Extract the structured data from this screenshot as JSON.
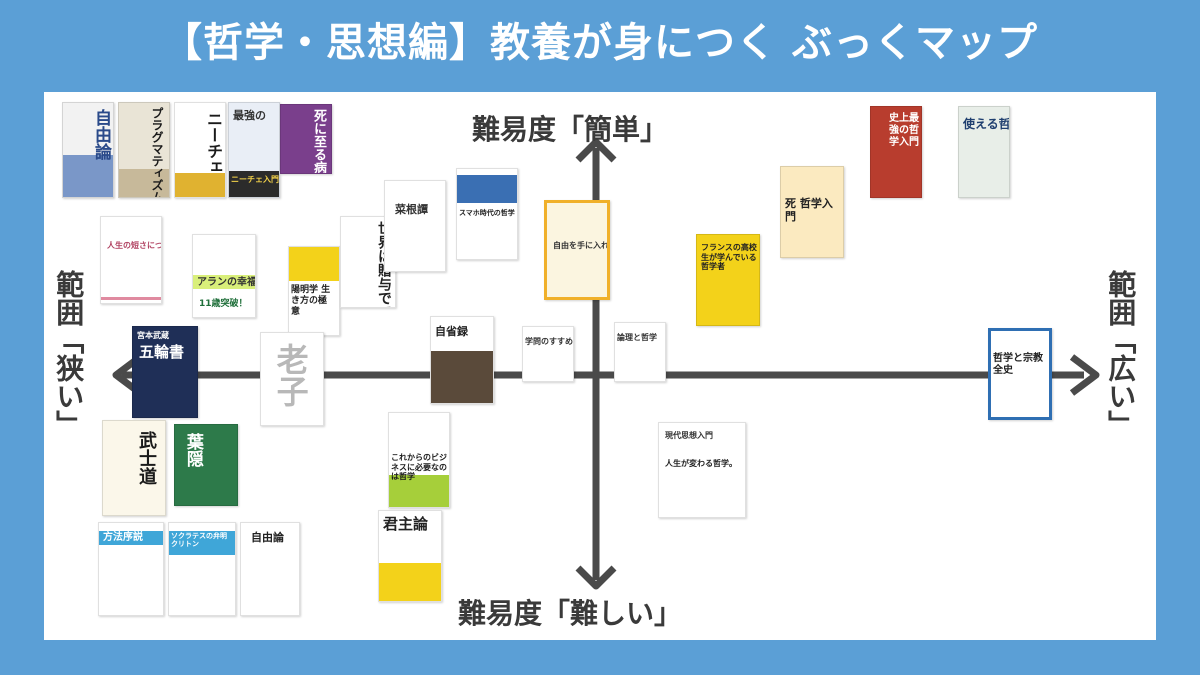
{
  "title": "【哲学・思想編】教養が身につく ぶっくマップ",
  "axes": {
    "top": "難易度「簡単」",
    "bottom": "難易度「難しい」",
    "left": "範囲「狭い」",
    "right": "範囲「広い」"
  },
  "books": {
    "jiyuron_manga": "自由論",
    "pragmatism": "プラグマティズム",
    "nietzsche": "ニーチェ",
    "saikyou_nietzsche_top": "最強の",
    "nietzsche_nyumon": "ニーチェ入門書",
    "shi_ni_itaru": "死に至る病",
    "tetsugaku_nyumon": "史上最強の哲学入門",
    "tsukaeru_tetsugaku": "使える哲学",
    "jinsei_no_mijikasa": "人生の短さについて",
    "alain": "アランの幸福論",
    "alain_tag": "11歳突破！",
    "youmeigaku": "陽明学 生き方の極意",
    "sekai_wa_zouyo": "世界は贈与でできている",
    "saikontan": "菜根譚",
    "smartphone": "スマホ時代の哲学",
    "jiyuu_wo_te_ni": "自由を手に入れる方法",
    "shi_tetsugaku": "死 哲学入門",
    "france_koukousei": "フランスの高校生が学んでいる哲学者",
    "gorinsho": "五輪書",
    "gorinsho_author": "宮本武蔵",
    "roushi": "老子",
    "jiseiroku": "自省録",
    "gakumon": "学問のすすめ",
    "ronri": "論理と哲学",
    "tetsugaku_shukyou": "哲学と宗教 全史",
    "bushidou": "武士道",
    "hagakure": "葉隠",
    "business": "これからのビジネスに必要なのは哲学",
    "gendai_shisou": "現代思想入門",
    "gendai_shisou_sub": "人生が変わる哲学。",
    "kunshuron": "君主論",
    "houhou_josetsu": "方法序説",
    "socrates": "ソクラテスの弁明 クリトン",
    "jiyuron": "自由論"
  },
  "colors": {
    "background": "#5b9fd6",
    "arrow": "#4a4a4a"
  }
}
